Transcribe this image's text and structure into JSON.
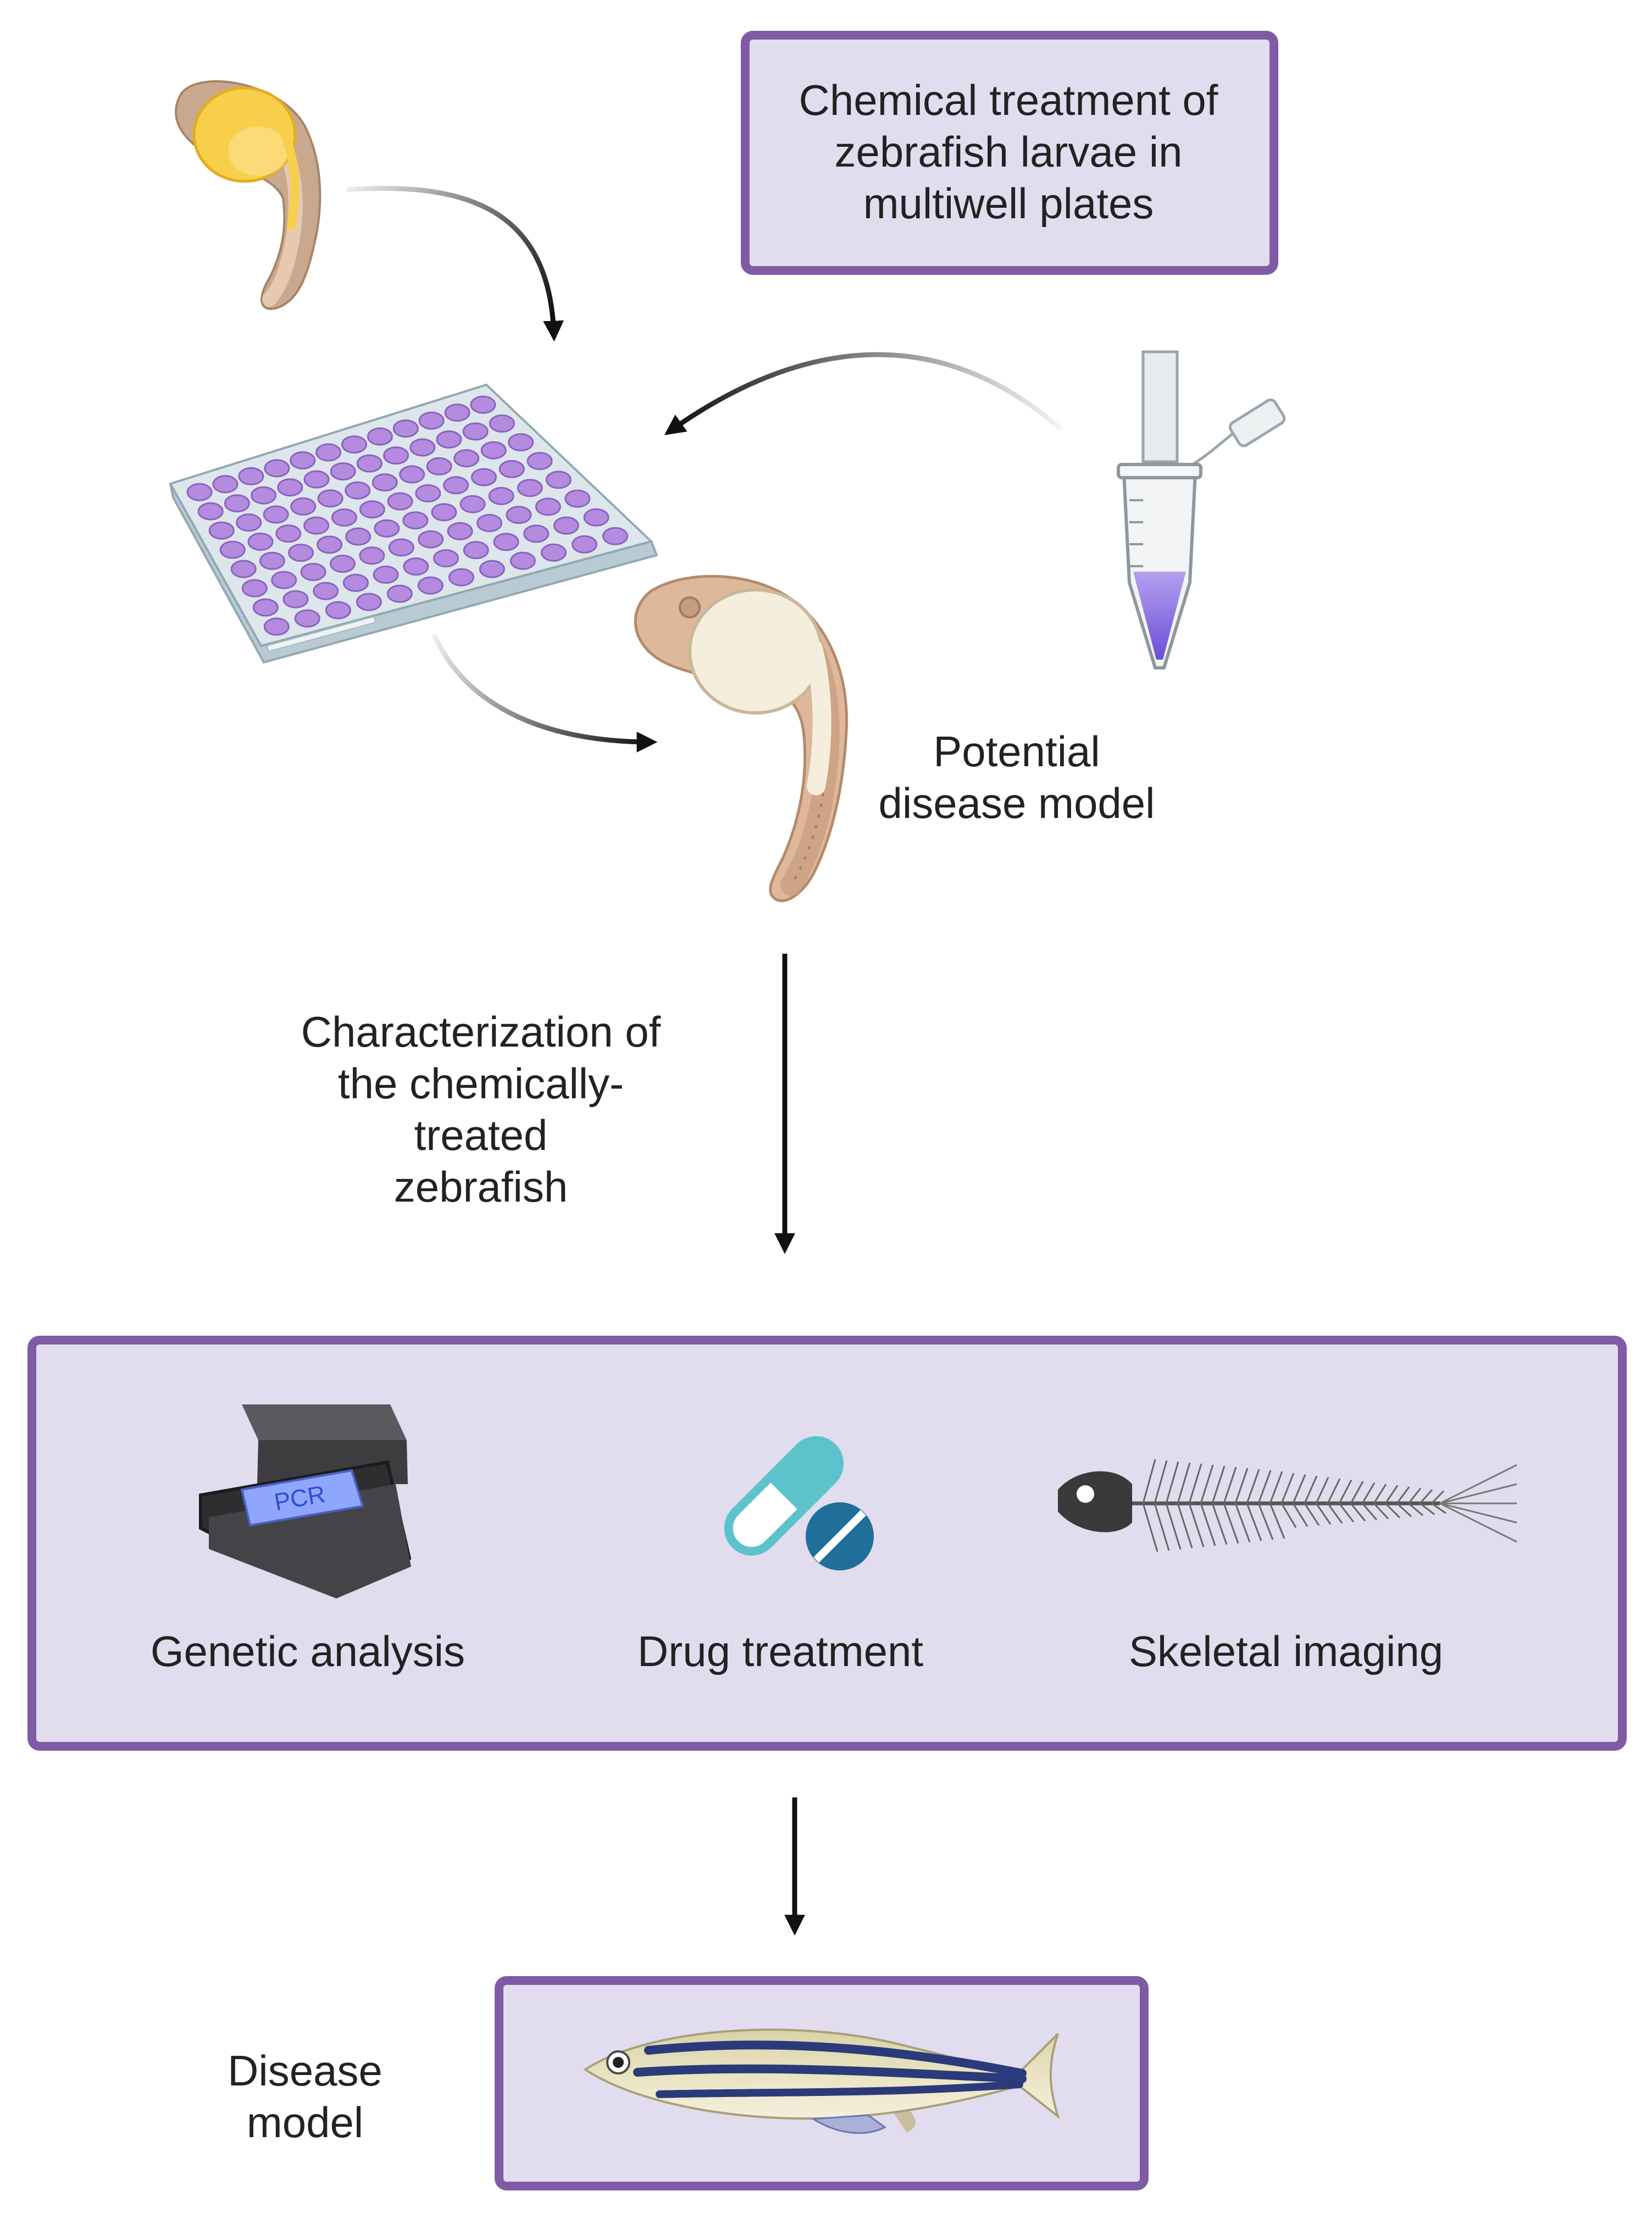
{
  "top_box": {
    "lines": [
      "Chemical treatment of",
      "zebrafish larvae in",
      "multiwell plates"
    ]
  },
  "potential_model": {
    "lines": [
      "Potential",
      "disease model"
    ]
  },
  "characterization": {
    "lines": [
      "Characterization of",
      "the chemically-",
      "treated",
      "zebrafish"
    ]
  },
  "methods": {
    "genetic": {
      "label": "Genetic analysis",
      "device_text": "PCR"
    },
    "drug": {
      "label": "Drug treatment"
    },
    "skeletal": {
      "label": "Skeletal imaging"
    }
  },
  "disease_model": {
    "lines": [
      "Disease",
      "model"
    ]
  },
  "colors": {
    "box_fill": "#e1ddef",
    "box_border": "#7f5ba6",
    "well_purple": "#b58be0",
    "capsule_teal": "#5cc3cd",
    "tablet_blue": "#1f6f9a",
    "arrow": "#111111"
  }
}
